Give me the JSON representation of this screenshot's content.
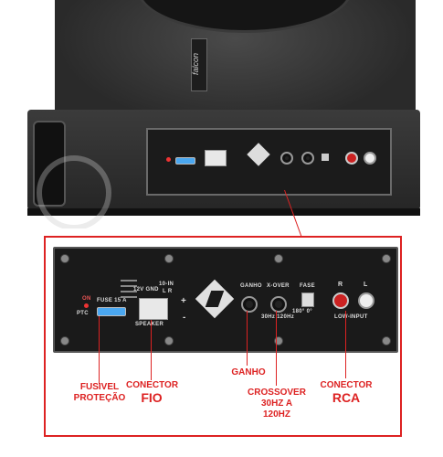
{
  "photo": {
    "brand": "falcon"
  },
  "panel": {
    "on_label": "ON",
    "ptc_label": "PTC",
    "fuse_label": "FUSE 15 A",
    "power_label": "12V GND",
    "remote_label": "10-IN",
    "lr_label": "L  R",
    "speaker_label": "SPEAKER",
    "plus_label": "+",
    "minus_label": "-",
    "gain_label": "GANHO",
    "xover_label": "X-OVER",
    "xover_range": "30Hz  120Hz",
    "phase_label": "FASE",
    "phase_values": "180°  0°",
    "rca_r": "R",
    "rca_l": "L",
    "low_input": "LOW-INPUT"
  },
  "captions": {
    "fuse": [
      "FUSIVEL",
      "PROTEÇÃO"
    ],
    "connector_wire": [
      "CONECTOR",
      "FIO"
    ],
    "gain": [
      "GANHO"
    ],
    "crossover": [
      "CROSSOVER",
      "30HZ A 120HZ"
    ],
    "connector_rca": [
      "CONECTOR",
      "RCA"
    ]
  },
  "colors": {
    "accent": "#dd2222",
    "panel": "#1a1a1a",
    "fuse": "#4aa7f0"
  }
}
